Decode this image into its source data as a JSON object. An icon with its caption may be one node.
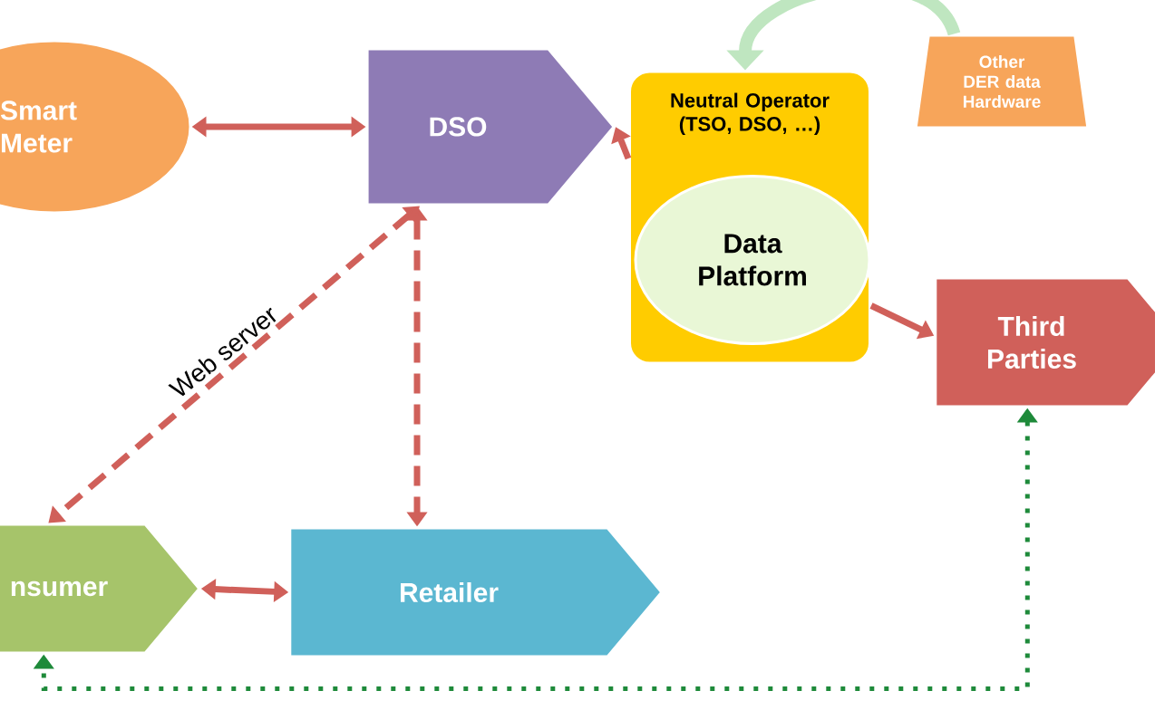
{
  "diagram": {
    "nodes": [
      {
        "text": [
          "Smart Meter"
        ]
      },
      {
        "text": [
          "DSO"
        ]
      },
      {
        "text": [
          "Neutral Operator (TSO, DSO, …)"
        ]
      },
      {
        "text": [
          "Data Platform"
        ],
        "in": 2
      },
      {
        "text": [
          "Other DER data Hardware"
        ]
      },
      {
        "text": [
          "Third Parties"
        ]
      },
      {
        "text": [
          "nsumer"
        ]
      },
      {
        "text": [
          "Retailer"
        ]
      }
    ],
    "edges": [
      {
        "from": 0,
        "to": 1,
        "arrow": "both"
      },
      {
        "from": 2,
        "to": 1,
        "arrow": "to",
        "style": "dashed"
      },
      {
        "from": 1,
        "to": 6,
        "arrow": "both",
        "style": "dashed",
        "label": "Web server"
      },
      {
        "from": 1,
        "to": 7,
        "arrow": "both",
        "style": "dashed"
      },
      {
        "from": 6,
        "to": 7,
        "arrow": "both"
      },
      {
        "from": 2,
        "to": 5,
        "arrow": "to"
      },
      {
        "from": 4,
        "to": 2,
        "arrow": "to",
        "color": "#bfe6c0",
        "style": "thick"
      },
      {
        "from": 5,
        "to": 6,
        "arrow": "both",
        "style": "dashed",
        "color": "#1e8a3a"
      }
    ]
  }
}
